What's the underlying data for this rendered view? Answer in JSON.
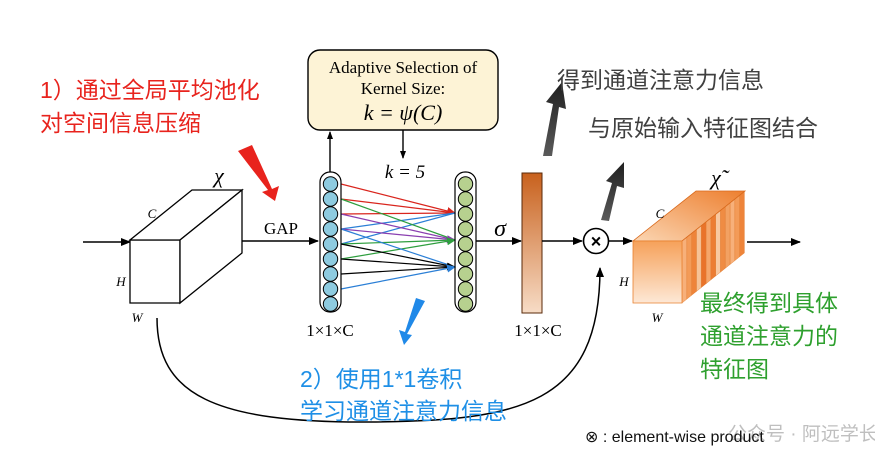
{
  "annotations": {
    "step1_line1": "1）通过全局平均池化",
    "step1_line2": "对空间信息压缩",
    "step2_line1": "2）使用1*1卷积",
    "step2_line2": "学习通道注意力信息",
    "right_line1": "得到通道注意力信息",
    "right_line2": "与原始输入特征图结合",
    "result_line1": "最终得到具体",
    "result_line2": "通道注意力的",
    "result_line3": "特征图"
  },
  "kernel_box": {
    "line1": "Adaptive Selection of",
    "line2": "Kernel Size:",
    "formula": "k = ψ(C)"
  },
  "labels": {
    "chi": "χ",
    "chi_tilde": "χ̃",
    "gap": "GAP",
    "k_eq": "k = 5",
    "sigma": "σ",
    "c_left": "C",
    "h_left": "H",
    "w_left": "W",
    "c_right": "C",
    "h_right": "H",
    "w_right": "W",
    "dims_a": "1×1×C",
    "dims_b": "1×1×C",
    "multiply": "×"
  },
  "footer": {
    "legend": "⊗ : element-wise product",
    "watermark": "公众号 · 阿远学长"
  },
  "colors": {
    "red_text": "#e8231d",
    "blue_text": "#1e8fe6",
    "green_text": "#2ea02e",
    "gray_text": "#404040",
    "node_blue": "#8ecbe0",
    "node_green": "#b7d18f",
    "sigma_bar": "#d9792e",
    "orange_cube": "#f08a3a",
    "kernel_box_fill": "#fdf3d6"
  }
}
